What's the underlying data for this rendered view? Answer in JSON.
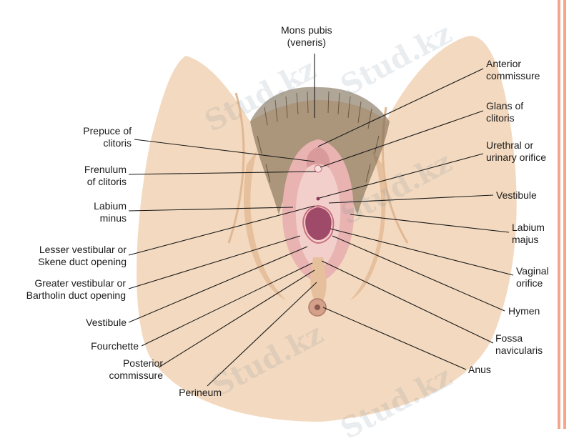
{
  "labels": {
    "mons_pubis": [
      "Mons pubis",
      "(veneris)"
    ],
    "anterior_commissure": [
      "Anterior",
      "commissure"
    ],
    "glans_clitoris": [
      "Glans of",
      "clitoris"
    ],
    "urethral_orifice": [
      "Urethral or",
      "urinary orifice"
    ],
    "vestibule_right": [
      "Vestibule"
    ],
    "labium_majus": [
      "Labium",
      "majus"
    ],
    "vaginal_orifice": [
      "Vaginal",
      "orifice"
    ],
    "hymen": [
      "Hymen"
    ],
    "fossa_navicularis": [
      "Fossa",
      "navicularis"
    ],
    "anus": [
      "Anus"
    ],
    "prepuce_clitoris": [
      "Prepuce of",
      "clitoris"
    ],
    "frenulum_clitoris": [
      "Frenulum",
      "of clitoris"
    ],
    "labium_minus": [
      "Labium",
      "minus"
    ],
    "lesser_vestibular": [
      "Lesser vestibular or",
      "Skene duct opening"
    ],
    "greater_vestibular": [
      "Greater vestibular or",
      "Bartholin duct opening"
    ],
    "vestibule_left": [
      "Vestibule"
    ],
    "fourchette": [
      "Fourchette"
    ],
    "posterior_commissure": [
      "Posterior",
      "commissure"
    ],
    "perineum": [
      "Perineum"
    ]
  },
  "watermark": "Stud.kz",
  "colors": {
    "skin": "#f3d9bf",
    "skin_shadow": "#e6bf9c",
    "hair": "#6f5c44",
    "pink": "#e8b3b0",
    "deep_pink": "#c9707d",
    "orifice": "#a04a6a",
    "stripe": "#f6a58a"
  }
}
